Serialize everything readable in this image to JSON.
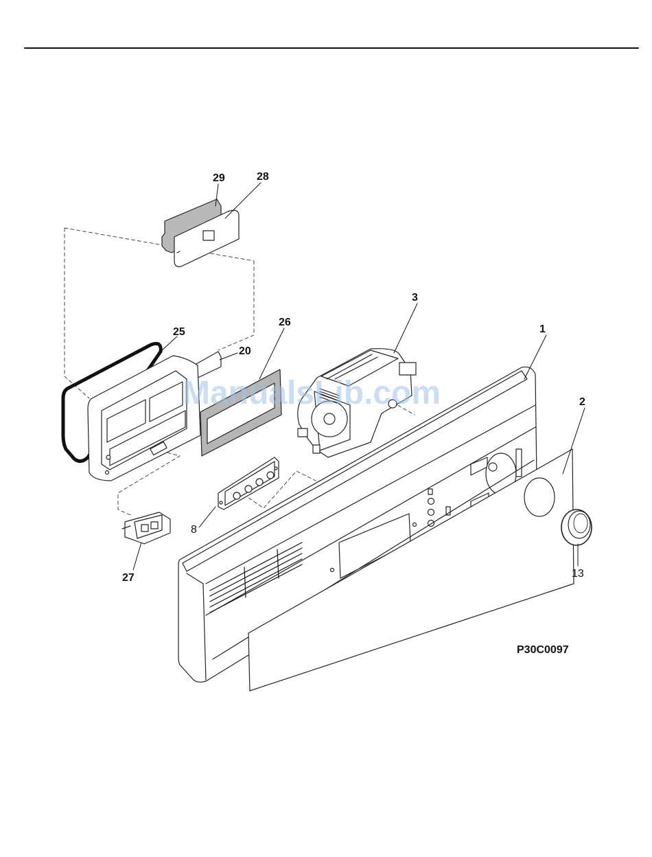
{
  "figure_code": "P30C0097",
  "watermark": "ManualsLib.com",
  "callouts": {
    "c1": "1",
    "c2": "2",
    "c3": "3",
    "c8": "8",
    "c13": "13",
    "c20": "20",
    "c25": "25",
    "c26": "26",
    "c27": "27",
    "c28": "28",
    "c29": "29"
  }
}
